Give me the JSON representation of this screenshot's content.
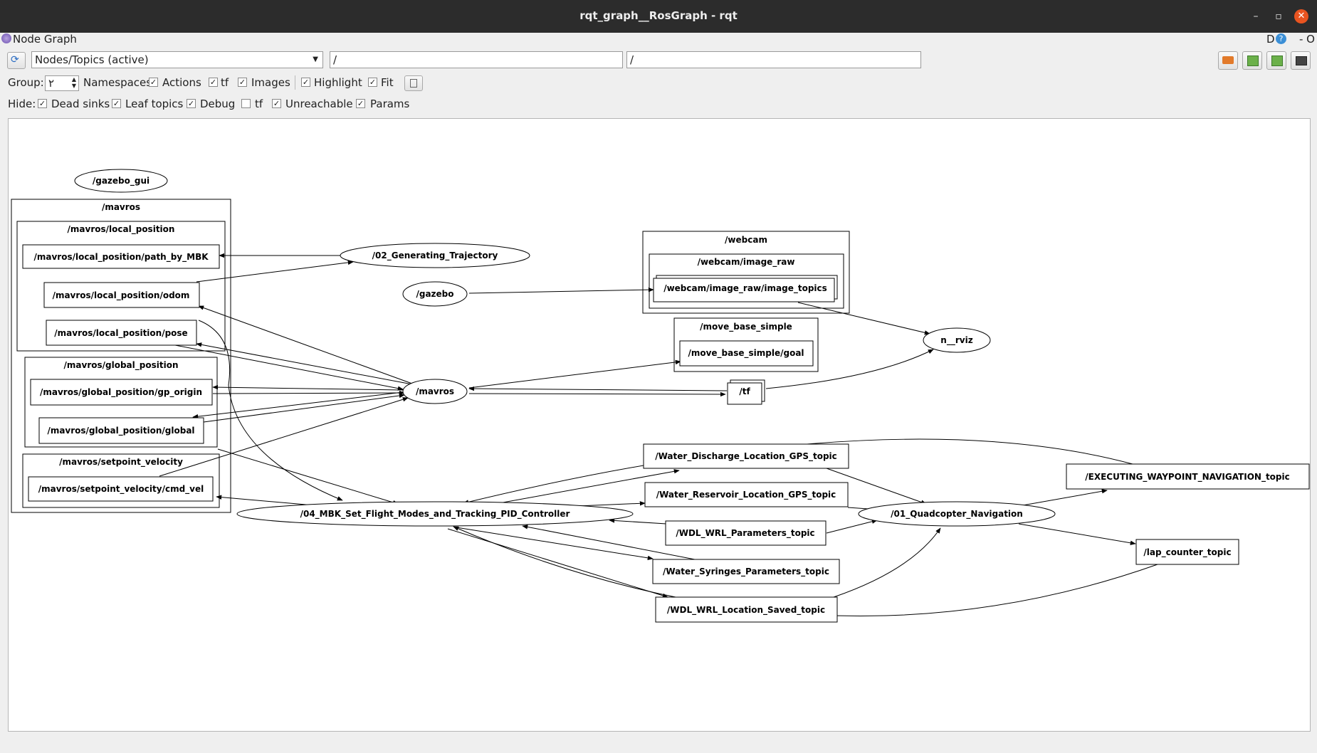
{
  "window": {
    "title": "rqt_graph__RosGraph - rqt",
    "minimize": "–",
    "restore": "▫",
    "close": "✕"
  },
  "plugin": {
    "title": "Node Graph",
    "right_label_d": "D",
    "help": "?",
    "dash": "- O"
  },
  "toolbar": {
    "refresh_icon": "refresh-icon",
    "mode": "Nodes/Topics (active)",
    "node_filter": "/",
    "topic_filter": "/"
  },
  "group_row": {
    "group_label": "Group:",
    "group_value": "٢",
    "namespaces": {
      "label": "Namespaces",
      "checked": true
    },
    "actions": {
      "label": "Actions",
      "checked": true
    },
    "tf": {
      "label": "tf",
      "checked": true
    },
    "images": {
      "label": "Images",
      "checked": true
    },
    "highlight": {
      "label": "Highlight",
      "checked": true
    },
    "fit": {
      "label": "Fit",
      "checked": true
    }
  },
  "hide_row": {
    "hide_label": "Hide:",
    "dead_sinks": {
      "label": "Dead sinks",
      "checked": true
    },
    "leaf_topics": {
      "label": "Leaf topics",
      "checked": true
    },
    "debug": {
      "label": "Debug",
      "checked": true
    },
    "tf": {
      "label": "tf",
      "checked": false
    },
    "unreachable": {
      "label": "Unreachable",
      "checked": true
    },
    "params": {
      "label": "Params",
      "checked": true
    }
  },
  "graph": {
    "clusters": {
      "mavros": "/mavros",
      "local_position": "/mavros/local_position",
      "global_position": "/mavros/global_position",
      "setpoint_velocity": "/mavros/setpoint_velocity",
      "webcam": "/webcam",
      "webcam_image_raw": "/webcam/image_raw",
      "move_base_simple": "/move_base_simple"
    },
    "nodes": {
      "gazebo_gui": "/gazebo_gui",
      "generating_trajectory": "/02_Generating_Trajectory",
      "gazebo": "/gazebo",
      "mavros": "/mavros",
      "rviz": "n__rviz",
      "mbk_controller": "/04_MBK_Set_Flight_Modes_and_Tracking_PID_Controller",
      "quadcopter_navigation": "/01_Quadcopter_Navigation"
    },
    "topics": {
      "path_by_mbk": "/mavros/local_position/path_by_MBK",
      "odom": "/mavros/local_position/odom",
      "pose": "/mavros/local_position/pose",
      "gp_origin": "/mavros/global_position/gp_origin",
      "global": "/mavros/global_position/global",
      "cmd_vel": "/mavros/setpoint_velocity/cmd_vel",
      "image_topics": "/webcam/image_raw/image_topics",
      "goal": "/move_base_simple/goal",
      "tf": "/tf",
      "water_discharge": "/Water_Discharge_Location_GPS_topic",
      "water_reservoir": "/Water_Reservoir_Location_GPS_topic",
      "wdl_wrl_params": "/WDL_WRL_Parameters_topic",
      "water_syringes": "/Water_Syringes_Parameters_topic",
      "wdl_wrl_location": "/WDL_WRL_Location_Saved_topic",
      "executing_waypoint": "/EXECUTING_WAYPOINT_NAVIGATION_topic",
      "lap_counter": "/lap_counter_topic"
    }
  }
}
